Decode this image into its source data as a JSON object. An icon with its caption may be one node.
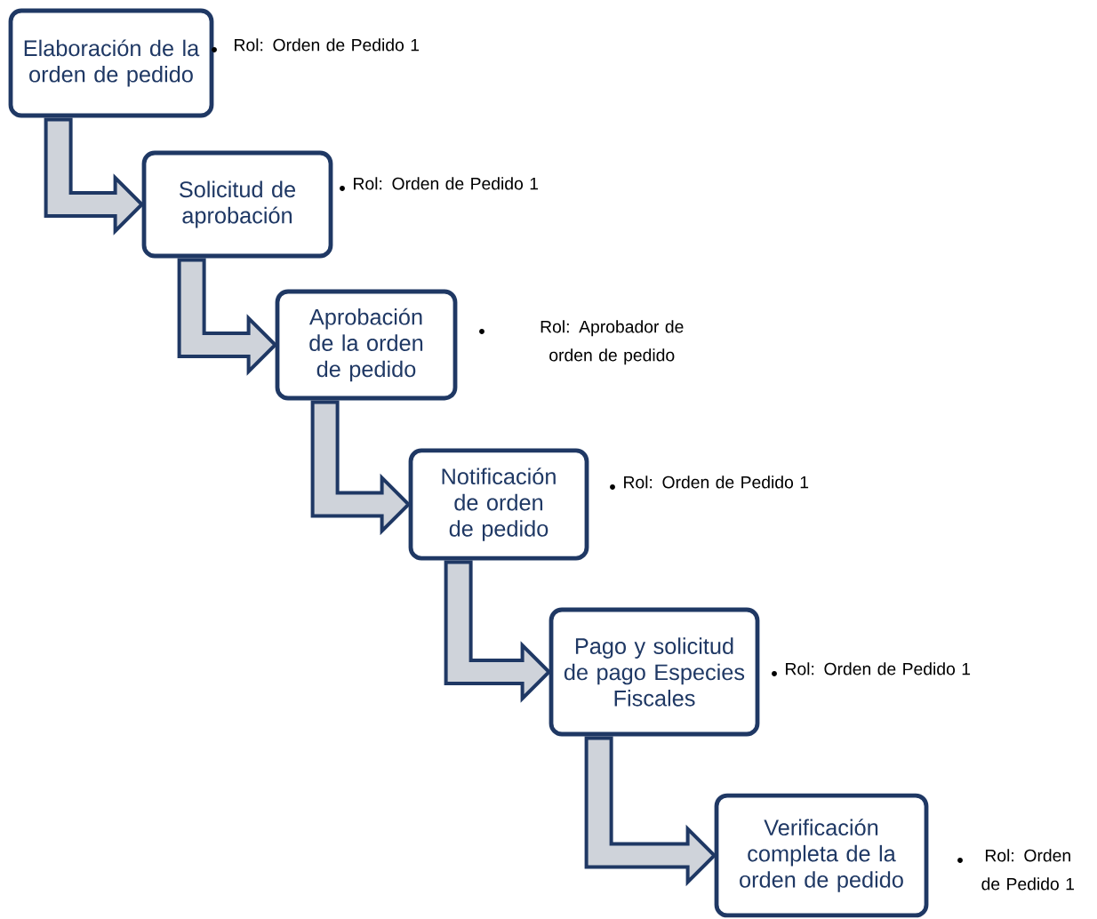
{
  "diagram": {
    "nodes": [
      {
        "text": [
          "Elaboración de la orden de pedido"
        ],
        "beside": [
          "Rol: Orden de Pedido 1"
        ]
      },
      {
        "text": [
          "Solicitud de aprobación"
        ],
        "beside": [
          "Rol: Orden de Pedido 1"
        ]
      },
      {
        "text": [
          "Aprobación de la orden de pedido"
        ],
        "beside": [
          "Rol: Aprobador de orden de pedido"
        ]
      },
      {
        "text": [
          "Notificación de orden de pedido"
        ],
        "beside": [
          "Rol: Orden de Pedido 1"
        ]
      },
      {
        "text": [
          "Pago y solicitud de pago Especies Fiscales"
        ],
        "beside": [
          "Rol: Orden de Pedido 1"
        ]
      },
      {
        "text": [
          "Verificación completa de la orden de pedido"
        ],
        "beside": [
          "Rol: Orden de Pedido 1"
        ]
      }
    ],
    "edges": [
      {
        "from": 0,
        "to": 1,
        "arrow": "to"
      },
      {
        "from": 1,
        "to": 2,
        "arrow": "to"
      },
      {
        "from": 2,
        "to": 3,
        "arrow": "to"
      },
      {
        "from": 3,
        "to": 4,
        "arrow": "to"
      },
      {
        "from": 4,
        "to": 5,
        "arrow": "to"
      }
    ]
  }
}
